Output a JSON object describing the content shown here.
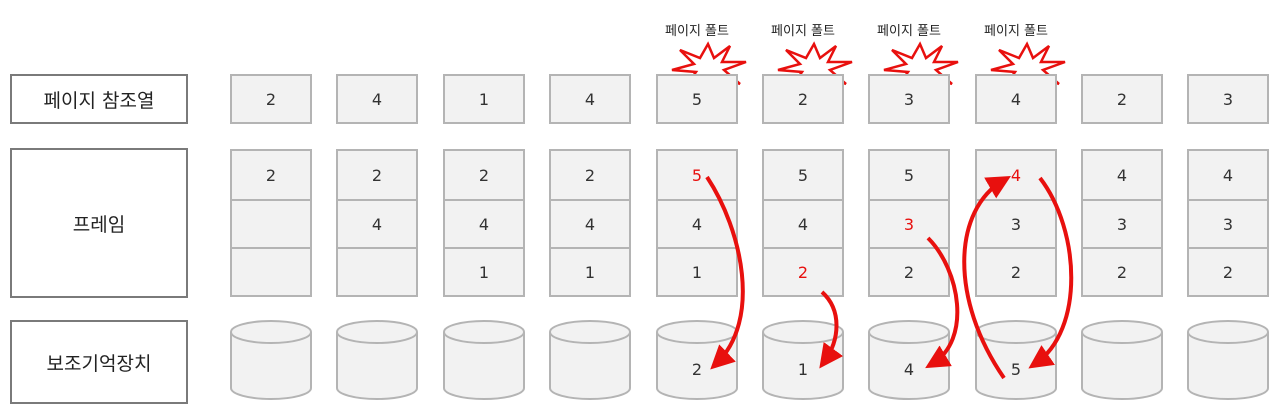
{
  "row_labels": {
    "reference": "페이지 참조열",
    "frames": "프레임",
    "storage": "보조기억장치"
  },
  "page_fault_label": "페이지 폴트",
  "reference_string": [
    "2",
    "4",
    "1",
    "4",
    "5",
    "2",
    "3",
    "4",
    "2",
    "3"
  ],
  "frames": [
    [
      "2",
      "",
      ""
    ],
    [
      "2",
      "4",
      ""
    ],
    [
      "2",
      "4",
      "1"
    ],
    [
      "2",
      "4",
      "1"
    ],
    [
      "5",
      "4",
      "1"
    ],
    [
      "5",
      "4",
      "2"
    ],
    [
      "5",
      "3",
      "2"
    ],
    [
      "4",
      "3",
      "2"
    ],
    [
      "4",
      "3",
      "2"
    ],
    [
      "4",
      "3",
      "2"
    ]
  ],
  "new_frame_cells": [
    [
      4,
      0
    ],
    [
      5,
      2
    ],
    [
      6,
      1
    ],
    [
      7,
      0
    ]
  ],
  "page_fault_steps": [
    4,
    5,
    6,
    7
  ],
  "storage": [
    "",
    "",
    "",
    "",
    "2",
    "1",
    "4",
    "5",
    "",
    ""
  ],
  "colors": {
    "highlight": "#e8100e",
    "cell_fill": "#f2f2f2",
    "cell_border": "#b4b4b4",
    "label_border": "#7a7a7a"
  }
}
